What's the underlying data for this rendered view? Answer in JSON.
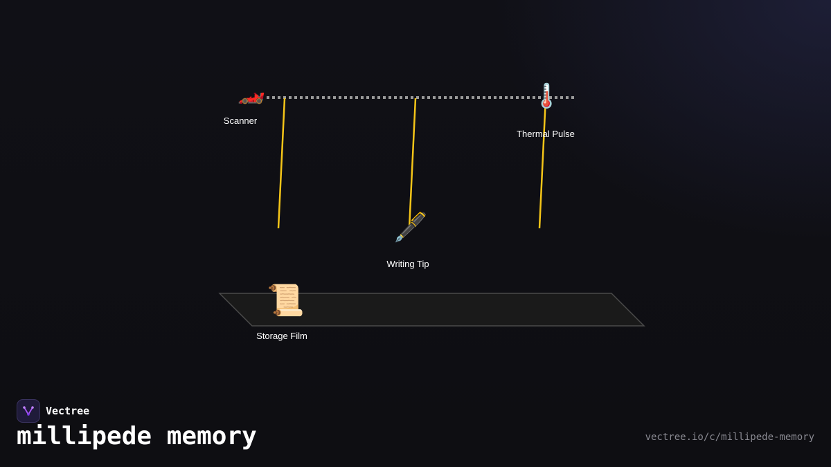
{
  "diagram": {
    "nodes": {
      "scanner": {
        "label": "Scanner",
        "icon": "race-car-icon",
        "glyph": "🏎️"
      },
      "thermal_pulse": {
        "label": "Thermal Pulse",
        "icon": "thermometer-icon",
        "glyph": "🌡️"
      },
      "writing_tip": {
        "label": "Writing Tip",
        "icon": "fountain-pen-icon",
        "glyph": "🖋️"
      },
      "storage_film": {
        "label": "Storage Film",
        "icon": "scroll-icon",
        "glyph": "📜"
      }
    },
    "colors": {
      "probe_line": "#f5c518",
      "rail": "#9a9a9a",
      "film_fill": "#1a1a1a",
      "film_stroke": "#4a4a4a"
    }
  },
  "brand": {
    "name": "Vectree",
    "logo_icon": "vectree-logo-icon",
    "accent": "#a855f7"
  },
  "title": "millipede memory",
  "url": "vectree.io/c/millipede-memory"
}
